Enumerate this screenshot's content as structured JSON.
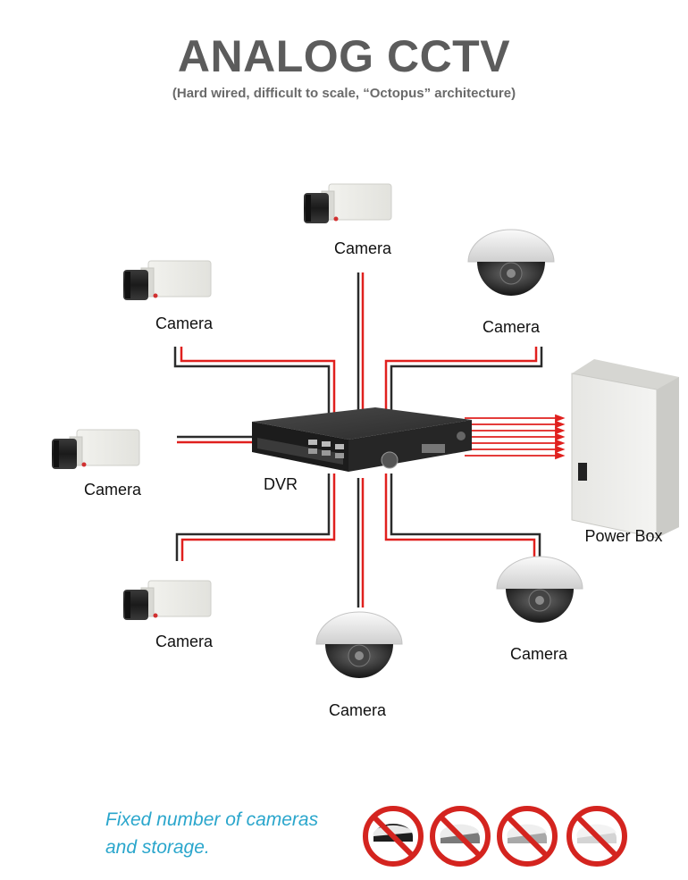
{
  "header": {
    "title": "ANALOG CCTV",
    "subtitle": "(Hard wired, difficult to scale, “Octopus” architecture)"
  },
  "nodes": {
    "camera_top": "Camera",
    "camera_upper_left": "Camera",
    "camera_upper_right": "Camera",
    "camera_mid_left": "Camera",
    "camera_lower_left": "Camera",
    "camera_bottom": "Camera",
    "camera_lower_right": "Camera",
    "dvr": "DVR",
    "power_box": "Power Box"
  },
  "footer": {
    "note_line1": "Fixed number of cameras",
    "note_line2": "and storage.",
    "prohibited_icons": [
      "no-camera-icon",
      "no-camera-icon",
      "no-camera-icon",
      "no-camera-icon"
    ]
  },
  "colors": {
    "title": "#5c5c5c",
    "cable_red": "#e0201e",
    "cable_dark": "#2b2b2b",
    "note": "#2aa6cc",
    "prohibited": "#d4241f"
  }
}
